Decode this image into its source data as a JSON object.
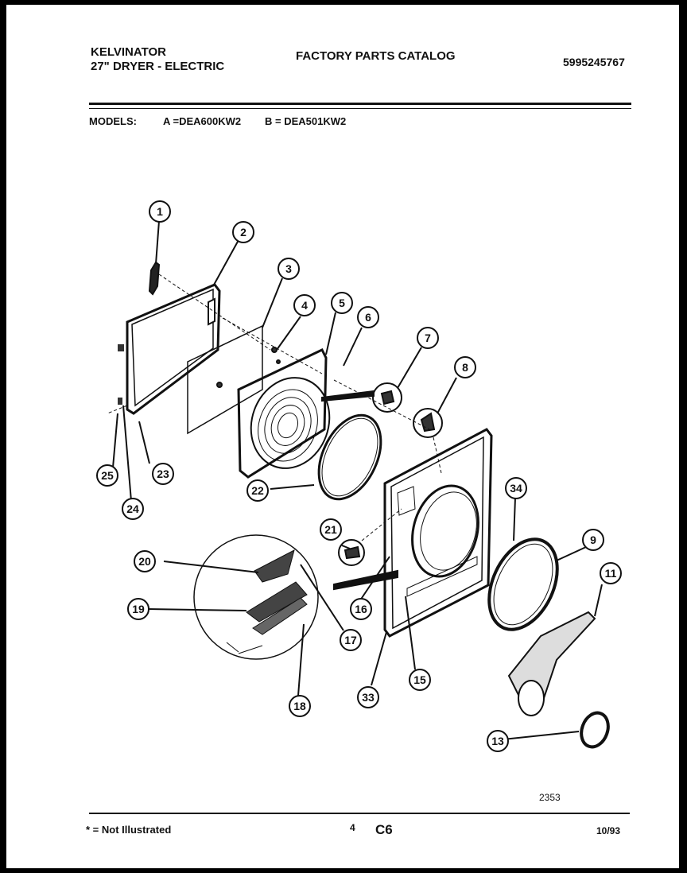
{
  "header": {
    "brand": "KELVINATOR",
    "product": "27\" DRYER - ELECTRIC",
    "catalog_title": "FACTORY PARTS CATALOG",
    "part_number": "5995245767"
  },
  "models": {
    "label": "MODELS:",
    "model_a": "A =DEA600KW2",
    "model_b": "B = DEA501KW2"
  },
  "callouts": [
    "1",
    "2",
    "3",
    "4",
    "5",
    "6",
    "7",
    "8",
    "9",
    "11",
    "13",
    "15",
    "16",
    "17",
    "18",
    "19",
    "20",
    "21",
    "22",
    "23",
    "24",
    "25",
    "33",
    "34"
  ],
  "diagram_number": "2353",
  "footer": {
    "note": "* = Not Illustrated",
    "page": "4",
    "section": "C6",
    "date": "10/93"
  }
}
